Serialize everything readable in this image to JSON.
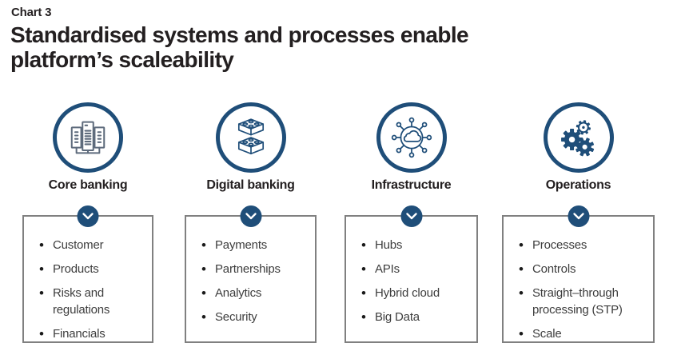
{
  "header": {
    "kicker": "Chart 3",
    "title": "Standardised systems and processes enable platform’s scaleability"
  },
  "colors": {
    "navy_accent": "#1f4e79",
    "box_border": "#808080",
    "title_text": "#231f20",
    "list_text": "#3d3d3d",
    "server_icon_gray": "#5e6b7c",
    "background": "#ffffff"
  },
  "icons": {
    "badge_icon": "chevron-down-icon",
    "column_icons": [
      "servers-icon",
      "lego-bricks-icon",
      "cloud-network-icon",
      "gears-icon"
    ]
  },
  "columns": [
    {
      "label": "Core banking",
      "items": [
        "Customer",
        "Products",
        "Risks and regulations",
        "Financials"
      ]
    },
    {
      "label": "Digital banking",
      "items": [
        "Payments",
        "Partnerships",
        "Analytics",
        "Security"
      ]
    },
    {
      "label": "Infrastructure",
      "items": [
        "Hubs",
        "APIs",
        "Hybrid cloud",
        "Big Data"
      ]
    },
    {
      "label": "Operations",
      "items": [
        "Processes",
        "Controls",
        "Straight–through processing (STP)",
        "Scale"
      ]
    }
  ]
}
